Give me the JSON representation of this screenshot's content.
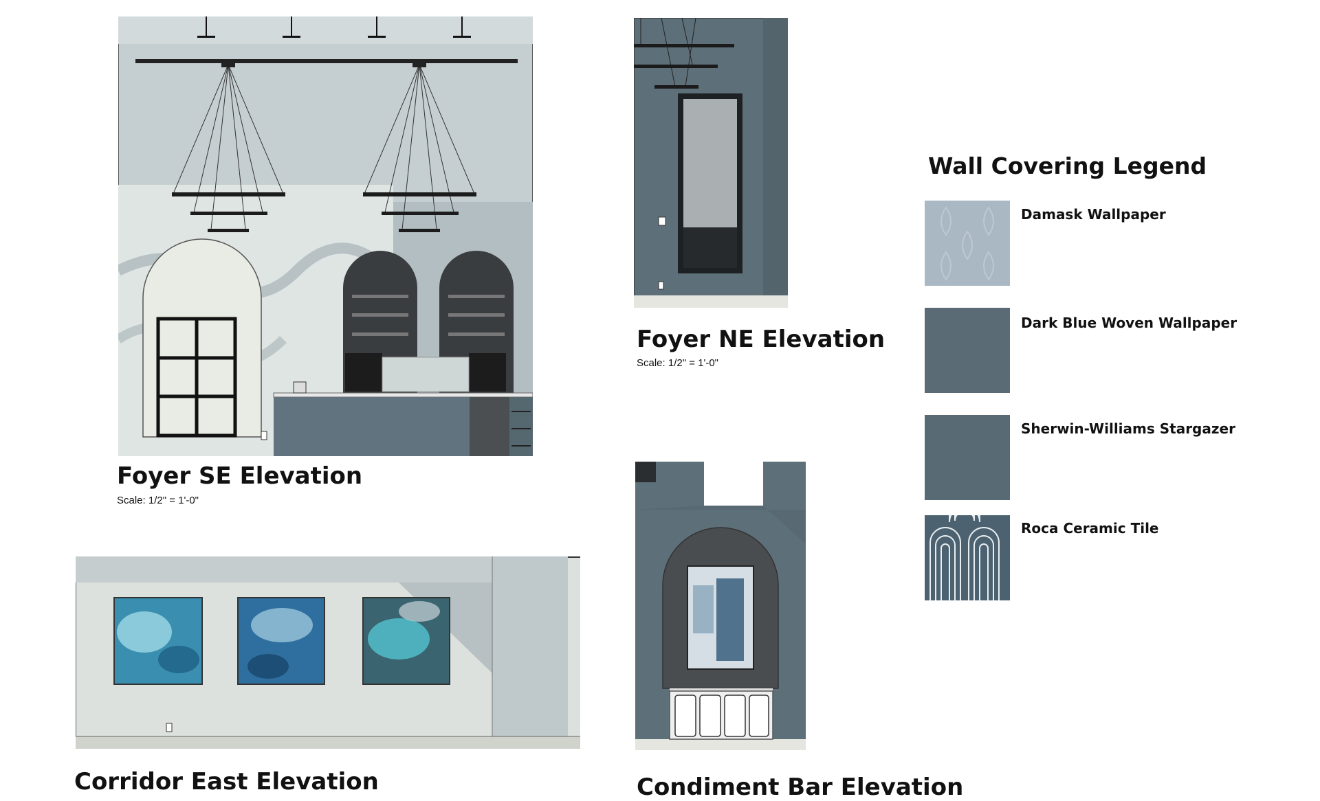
{
  "elevations": {
    "foyer_se": {
      "title": "Foyer SE Elevation",
      "scale": "Scale: 1/2\" = 1'-0\""
    },
    "foyer_ne": {
      "title": "Foyer NE Elevation",
      "scale": "Scale: 1/2\" = 1'-0\""
    },
    "corridor_east": {
      "title": "Corridor East Elevation"
    },
    "condiment_bar": {
      "title": "Condiment Bar Elevation"
    }
  },
  "legend": {
    "title": "Wall Covering Legend",
    "items": [
      {
        "label": "Damask Wallpaper",
        "color": "#a9b8c3"
      },
      {
        "label": "Dark Blue Woven Wallpaper",
        "color": "#5a6b75"
      },
      {
        "label": "Sherwin-Williams Stargazer",
        "color": "#586a74"
      },
      {
        "label": "Roca Ceramic Tile",
        "color": "#4d6270"
      }
    ]
  },
  "colors": {
    "wall_light": "#c9d2d3",
    "wall_dark": "#5e7079",
    "counter": "#60737e",
    "arch_dark": "#3a3d40"
  }
}
